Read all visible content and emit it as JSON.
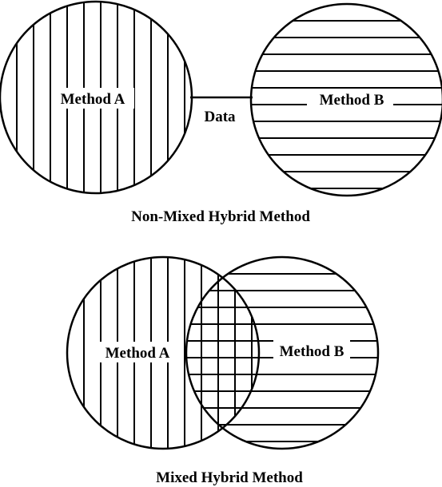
{
  "top": {
    "left_circle_label": "Method A",
    "right_circle_label": "Method B",
    "connector_label": "Data",
    "caption": "Non-Mixed Hybrid Method"
  },
  "bottom": {
    "left_circle_label": "Method A",
    "right_circle_label": "Method B",
    "caption": "Mixed Hybrid Method"
  },
  "colors": {
    "ink": "#000000",
    "background": "#ffffff"
  }
}
